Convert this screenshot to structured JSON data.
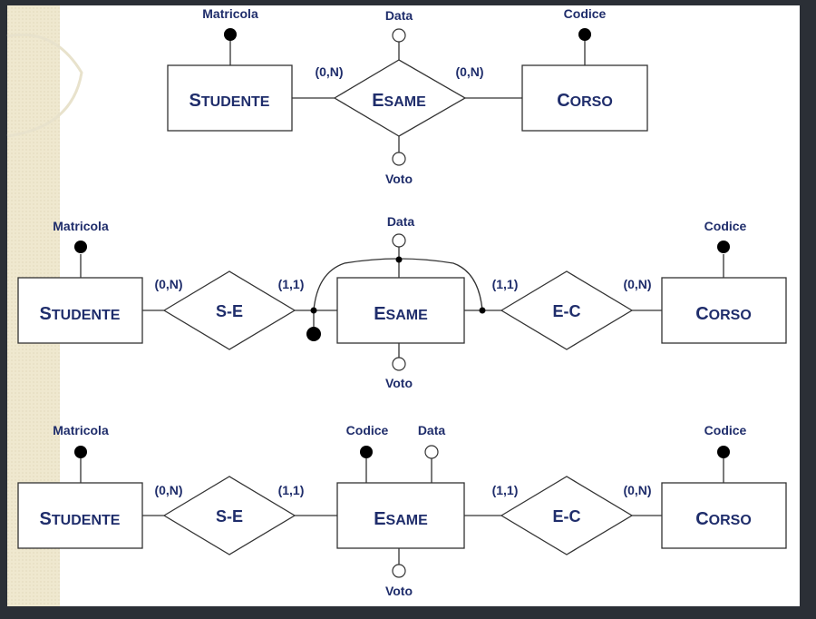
{
  "diagrams": [
    {
      "entities": [
        {
          "id": "d1-studente",
          "cap": "S",
          "rest": "TUDENTE"
        },
        {
          "id": "d1-corso",
          "cap": "C",
          "rest": "ORSO"
        }
      ],
      "relationships": [
        {
          "id": "d1-esame",
          "cap": "E",
          "rest": "SAME"
        }
      ],
      "attributes": [
        {
          "id": "d1-matricola",
          "label": "Matricola",
          "key": true
        },
        {
          "id": "d1-data",
          "label": "Data",
          "key": false
        },
        {
          "id": "d1-codice",
          "label": "Codice",
          "key": true
        },
        {
          "id": "d1-voto",
          "label": "Voto",
          "key": false
        }
      ],
      "cardinalities": [
        "(0,N)",
        "(0,N)"
      ]
    },
    {
      "entities": [
        {
          "id": "d2-studente",
          "cap": "S",
          "rest": "TUDENTE"
        },
        {
          "id": "d2-esame",
          "cap": "E",
          "rest": "SAME"
        },
        {
          "id": "d2-corso",
          "cap": "C",
          "rest": "ORSO"
        }
      ],
      "relationships": [
        {
          "id": "d2-se",
          "label": "S-E"
        },
        {
          "id": "d2-ec",
          "label": "E-C"
        }
      ],
      "attributes": [
        {
          "id": "d2-matricola",
          "label": "Matricola",
          "key": true
        },
        {
          "id": "d2-data",
          "label": "Data",
          "key": false
        },
        {
          "id": "d2-codice",
          "label": "Codice",
          "key": true
        },
        {
          "id": "d2-voto",
          "label": "Voto",
          "key": false
        }
      ],
      "cardinalities": [
        "(0,N)",
        "(1,1)",
        "(1,1)",
        "(0,N)"
      ]
    },
    {
      "entities": [
        {
          "id": "d3-studente",
          "cap": "S",
          "rest": "TUDENTE"
        },
        {
          "id": "d3-esame",
          "cap": "E",
          "rest": "SAME"
        },
        {
          "id": "d3-corso",
          "cap": "C",
          "rest": "ORSO"
        }
      ],
      "relationships": [
        {
          "id": "d3-se",
          "label": "S-E"
        },
        {
          "id": "d3-ec",
          "label": "E-C"
        }
      ],
      "attributes": [
        {
          "id": "d3-matricola",
          "label": "Matricola",
          "key": true
        },
        {
          "id": "d3-codice-esame",
          "label": "Codice",
          "key": true
        },
        {
          "id": "d3-data",
          "label": "Data",
          "key": false
        },
        {
          "id": "d3-codice",
          "label": "Codice",
          "key": true
        },
        {
          "id": "d3-voto",
          "label": "Voto",
          "key": false
        }
      ],
      "cardinalities": [
        "(0,N)",
        "(1,1)",
        "(1,1)",
        "(0,N)"
      ]
    }
  ],
  "colors": {
    "text": "#1f2d6b",
    "line": "#333333",
    "background": "#ffffff",
    "side_strip": "#efe8cf",
    "frame": "#2b2f36"
  }
}
